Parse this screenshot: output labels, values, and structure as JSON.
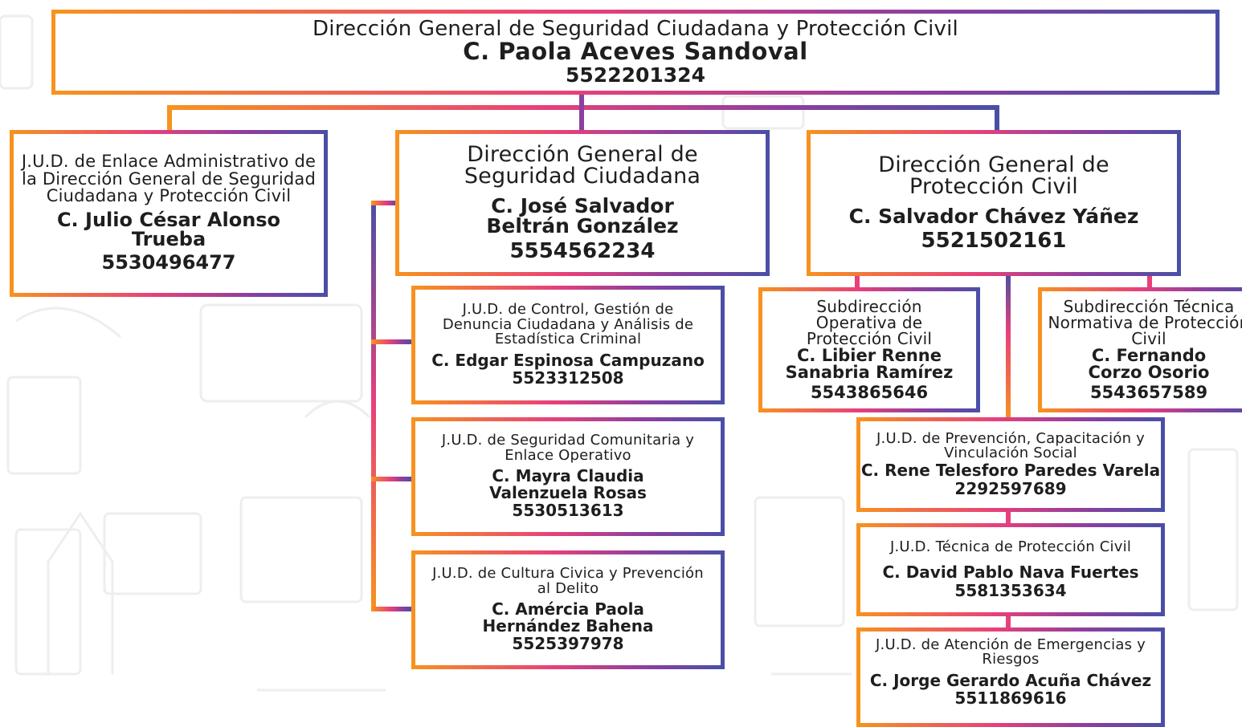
{
  "top": {
    "title": "Dirección General de Seguridad Ciudadana y Protección Civil",
    "name": "C. Paola Aceves Sandoval",
    "phone": "5522201324"
  },
  "jud_admin": {
    "title": "J.U.D. de Enlace Administrativo de la Dirección General de Seguridad Ciudadana y Protección Civil",
    "name": "C. Julio César Alonso Trueba",
    "phone": "5530496477"
  },
  "dg_seguridad": {
    "title": "Dirección General de Seguridad Ciudadana",
    "name": "C. José Salvador Beltrán González",
    "phone": "5554562234",
    "units": [
      {
        "title": "J.U.D. de Control, Gestión de Denuncia Ciudadana y Análisis de Estadística Criminal",
        "name": "C. Edgar Espinosa Campuzano",
        "phone": "5523312508"
      },
      {
        "title": "J.U.D. de Seguridad Comunitaria y Enlace Operativo",
        "name": "C. Mayra Claudia Valenzuela Rosas",
        "phone": "5530513613"
      },
      {
        "title": "J.U.D. de Cultura Civica y Prevención al Delito",
        "name": "C. Amércia Paola Hernández Bahena",
        "phone": "5525397978"
      }
    ]
  },
  "dg_proteccion": {
    "title": "Dirección General de Protección Civil",
    "name": "C. Salvador Chávez Yáñez",
    "phone": "5521502161",
    "sub_operativa": {
      "title": "Subdirección Operativa de Protección Civil",
      "name": "C. Libier Renne Sanabria Ramírez",
      "phone": "5543865646"
    },
    "sub_tecnica": {
      "title": "Subdirección Técnica Normativa de Protección Civil",
      "name": "C. Fernando Corzo Osorio",
      "phone": "5543657589"
    },
    "units": [
      {
        "title": "J.U.D. de Prevención, Capacitación y Vinculación Social",
        "name": "C. Rene Telesforo Paredes Varela",
        "phone": "2292597689"
      },
      {
        "title": "J.U.D. Técnica de Protección Civil",
        "name": "C. David Pablo Nava Fuertes",
        "phone": "5581353634"
      },
      {
        "title": "J.U.D. de Atención de Emergencias y Riesgos",
        "name": "C. Jorge Gerardo Acuña Chávez",
        "phone": "5511869616"
      }
    ]
  },
  "colors": {
    "orange": "#f7931e",
    "magenta": "#e8407a",
    "purple": "#8b3fa0",
    "indigo": "#4a4fa6"
  }
}
